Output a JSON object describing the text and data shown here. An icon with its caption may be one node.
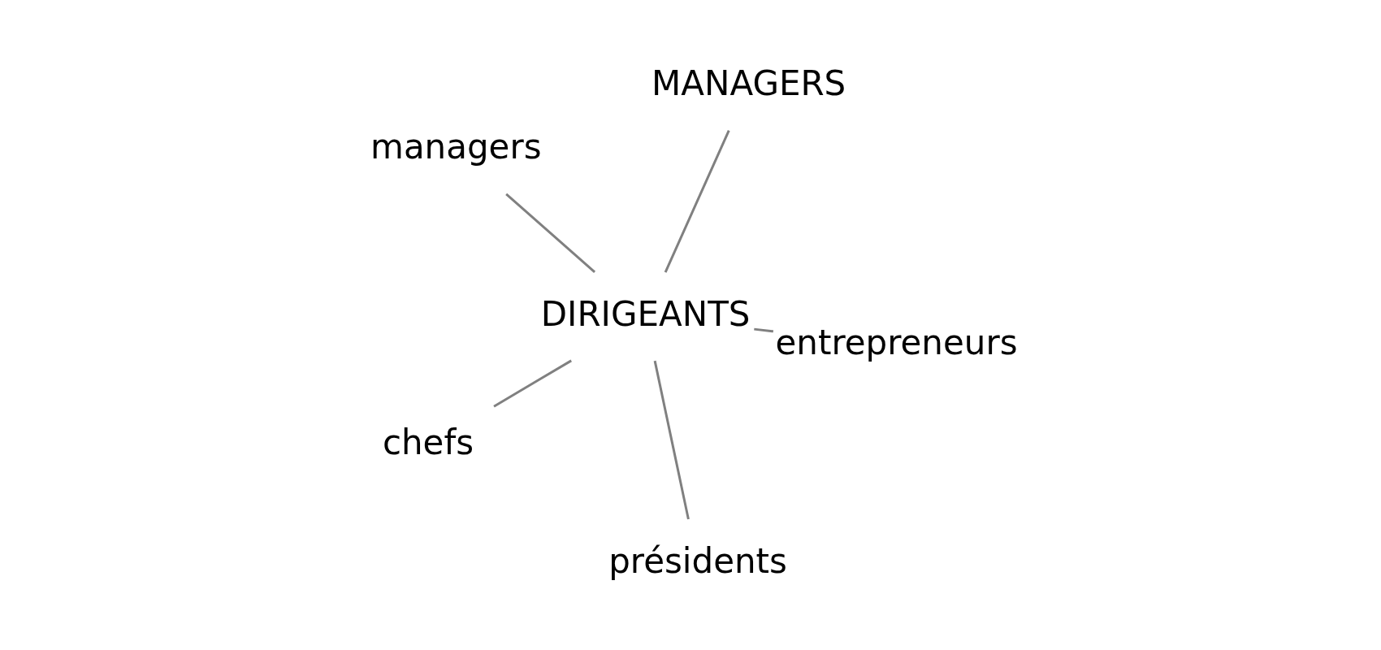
{
  "diagram": {
    "nodes": [
      {
        "text": [
          "managers"
        ]
      },
      {
        "text": [
          "entrepreneurs"
        ]
      },
      {
        "text": [
          "présidents"
        ]
      },
      {
        "text": [
          "DIRIGEANTS"
        ]
      },
      {
        "text": [
          "MANAGERS"
        ]
      },
      {
        "text": [
          "chefs"
        ]
      }
    ],
    "edges": [
      {
        "from": 3,
        "to": 0,
        "arrow": "none"
      },
      {
        "from": 3,
        "to": 1,
        "arrow": "none"
      },
      {
        "from": 3,
        "to": 2,
        "arrow": "none"
      },
      {
        "from": 3,
        "to": 4,
        "arrow": "none"
      },
      {
        "from": 3,
        "to": 5,
        "arrow": "none"
      }
    ]
  }
}
